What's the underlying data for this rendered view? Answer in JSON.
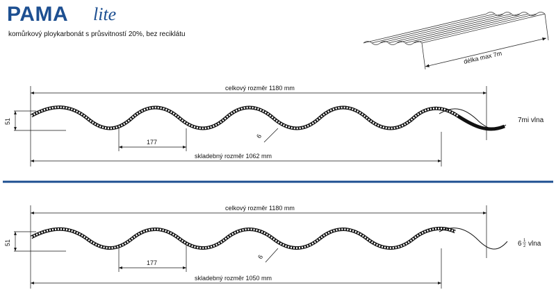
{
  "brand": {
    "name": "PAMA",
    "suffix": "lite",
    "color": "#1d4f91"
  },
  "subtitle": "komůrkový ploykarbonát s průsvitností 20%, bez reciklátu",
  "sheet_label": "délka max 7m",
  "profiles": [
    {
      "overall": "celkový rozměr 1180 mm",
      "laying": "skladebný rozměr 1062 mm",
      "pitch": "177",
      "height": "51",
      "thickness": "6",
      "waves": "7mi vlna",
      "waves_fraction": null
    },
    {
      "overall": "celkový rozměr 1180 mm",
      "laying": "skladebný rozměr 1050 mm",
      "pitch": "177",
      "height": "51",
      "thickness": "6",
      "waves": "6",
      "waves_fraction": [
        "1",
        "2"
      ],
      "waves_suffix": "vlna"
    }
  ],
  "divider_color": "#1d4f91"
}
